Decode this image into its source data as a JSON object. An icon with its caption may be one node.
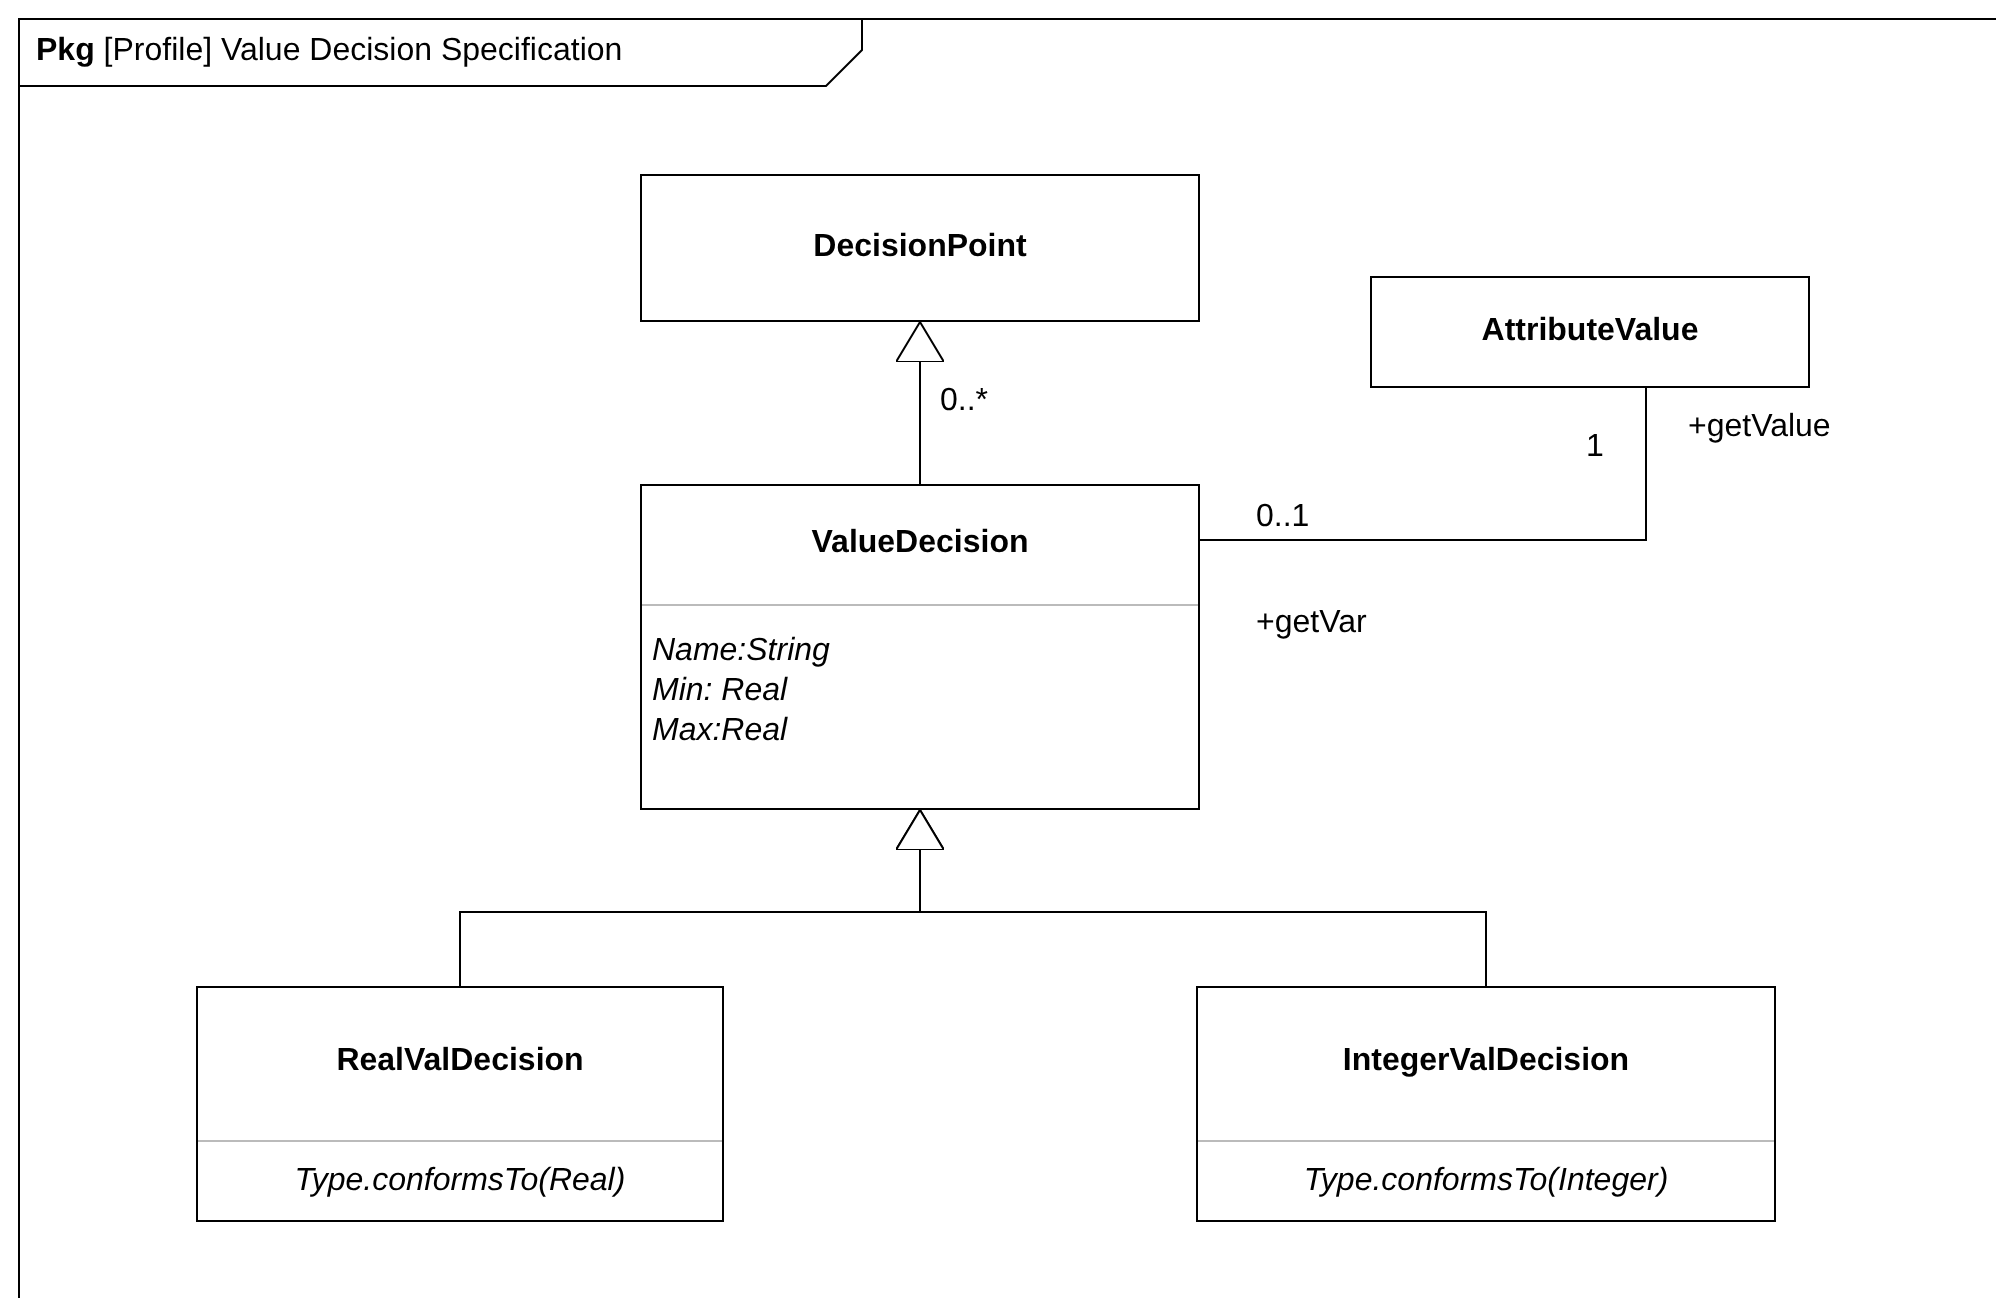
{
  "diagram": {
    "nodes": [
      {
        "text": [
          "**Pkg** [Profile] Value Decision Specification"
        ]
      },
      {
        "text": [
          "DecisionPoint"
        ],
        "in": 0
      },
      {
        "text": [
          "AttributeValue"
        ],
        "in": 0
      },
      {
        "text": [
          "ValueDecision",
          "Name:String",
          "Min: Real",
          "Max:Real"
        ],
        "in": 0
      },
      {
        "text": [
          "RealValDecision",
          "Type.conformsTo(Real)"
        ],
        "in": 0
      },
      {
        "text": [
          "IntegerValDecision",
          "Type.conformsTo(Integer)"
        ],
        "in": 0
      }
    ],
    "edges": [
      {
        "from": 3,
        "to": 1,
        "arrow": "to",
        "label": "0..*"
      },
      {
        "from": 3,
        "to": 2,
        "arrow": "none"
      },
      {
        "from": 4,
        "to": 3,
        "arrow": "to"
      },
      {
        "from": 5,
        "to": 3,
        "arrow": "to"
      }
    ],
    "labels": [
      "0..1",
      "+getVar",
      "1",
      "+getValue"
    ]
  }
}
